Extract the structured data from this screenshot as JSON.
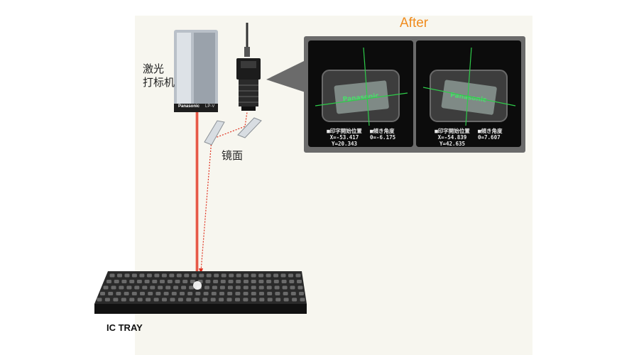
{
  "header": {
    "after_label": "After"
  },
  "labels": {
    "laser_marker_line1": "激光",
    "laser_marker_line2": "打标机",
    "mirror": "镜面",
    "ic_tray": "IC TRAY"
  },
  "brand": {
    "name": "Panasonic",
    "model": "LP-V"
  },
  "screens": [
    {
      "pos_title": "■印字開始位置",
      "x": "X=-53.417",
      "y": "Y=20.343",
      "angle_title": "■傾き角度",
      "angle": "θ=-6.175"
    },
    {
      "pos_title": "■印字開始位置",
      "x": "X=-54.839",
      "y": "Y=42.635",
      "angle_title": "■傾き角度",
      "angle": "θ=7.607"
    }
  ],
  "colors": {
    "after_accent": "#f08c1e",
    "laser_beam": "#e0301e",
    "crosshair": "#2ecc4a",
    "panel": "#6b6b6b"
  }
}
